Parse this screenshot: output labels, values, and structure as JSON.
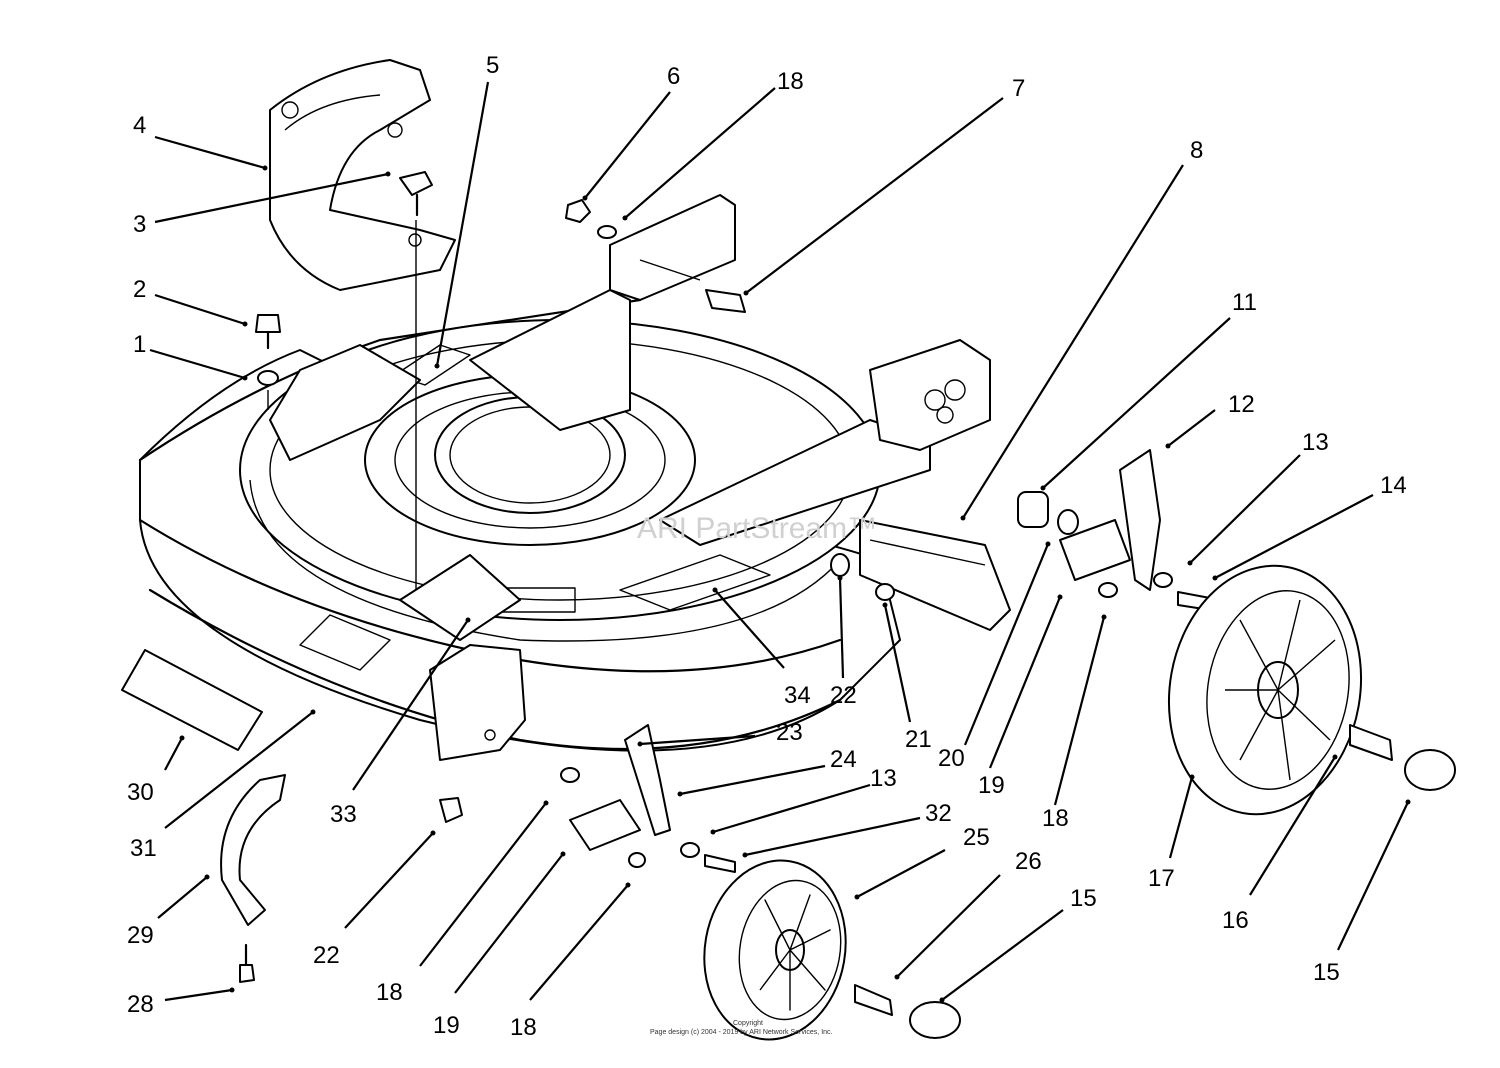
{
  "watermark": "ARI PartStream™",
  "copyright": {
    "line1": "Copyright",
    "line2": "Page design (c) 2004 - 2019 by ARI Network Services, Inc."
  },
  "callouts": {
    "c1": "1",
    "c2": "2",
    "c3": "3",
    "c4": "4",
    "c5": "5",
    "c6": "6",
    "c7": "7",
    "c8": "8",
    "c11": "11",
    "c12": "12",
    "c13a": "13",
    "c14": "14",
    "c15a": "15",
    "c16": "16",
    "c17": "17",
    "c18a": "18",
    "c18b": "18",
    "c19a": "19",
    "c20": "20",
    "c21": "21",
    "c22a": "22",
    "c34": "34",
    "c23": "23",
    "c24": "24",
    "c13b": "13",
    "c32": "32",
    "c25": "25",
    "c26": "26",
    "c15b": "15",
    "c30": "30",
    "c31": "31",
    "c33": "33",
    "c29": "29",
    "c28": "28",
    "c22b": "22",
    "c18c": "18",
    "c19b": "19",
    "c18d": "18"
  }
}
